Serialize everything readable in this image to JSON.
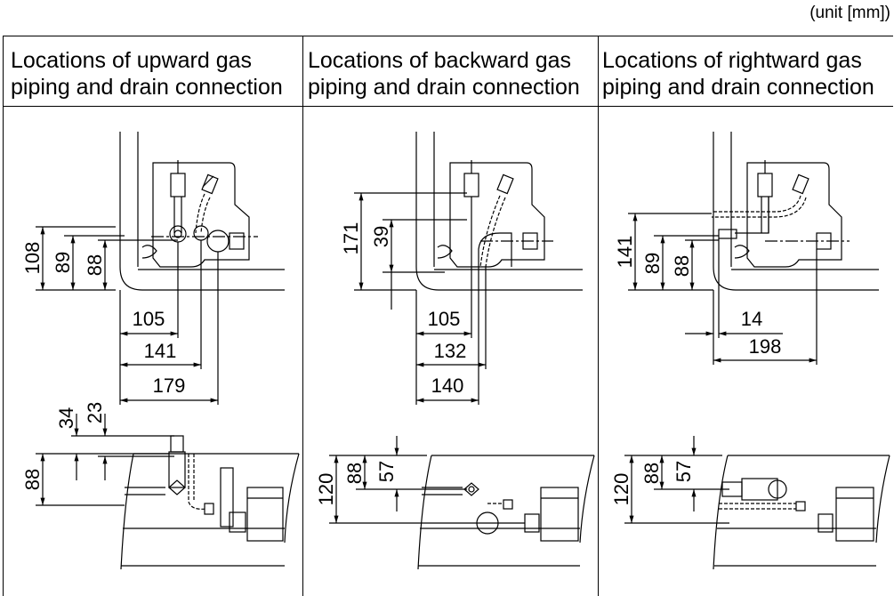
{
  "unit_note": "(unit [mm])",
  "columns": [
    {
      "title_line1": "Locations of upward gas",
      "title_line2": "piping and drain connection",
      "top_dims": {
        "d108": "108",
        "d89": "89",
        "d88": "88",
        "d105": "105",
        "d141": "141",
        "d179": "179"
      },
      "bottom_dims": {
        "d34": "34",
        "d23": "23",
        "d88": "88"
      }
    },
    {
      "title_line1": "Locations of backward gas",
      "title_line2": "piping and drain connection",
      "top_dims": {
        "d171": "171",
        "d39": "39",
        "d105": "105",
        "d132": "132",
        "d140": "140"
      },
      "bottom_dims": {
        "d120": "120",
        "d88": "88",
        "d57": "57"
      }
    },
    {
      "title_line1": "Locations of rightward gas",
      "title_line2": "piping and drain connection",
      "top_dims": {
        "d141": "141",
        "d89": "89",
        "d88": "88",
        "d14": "14",
        "d198": "198"
      },
      "bottom_dims": {
        "d120": "120",
        "d88": "88",
        "d57": "57"
      }
    }
  ]
}
